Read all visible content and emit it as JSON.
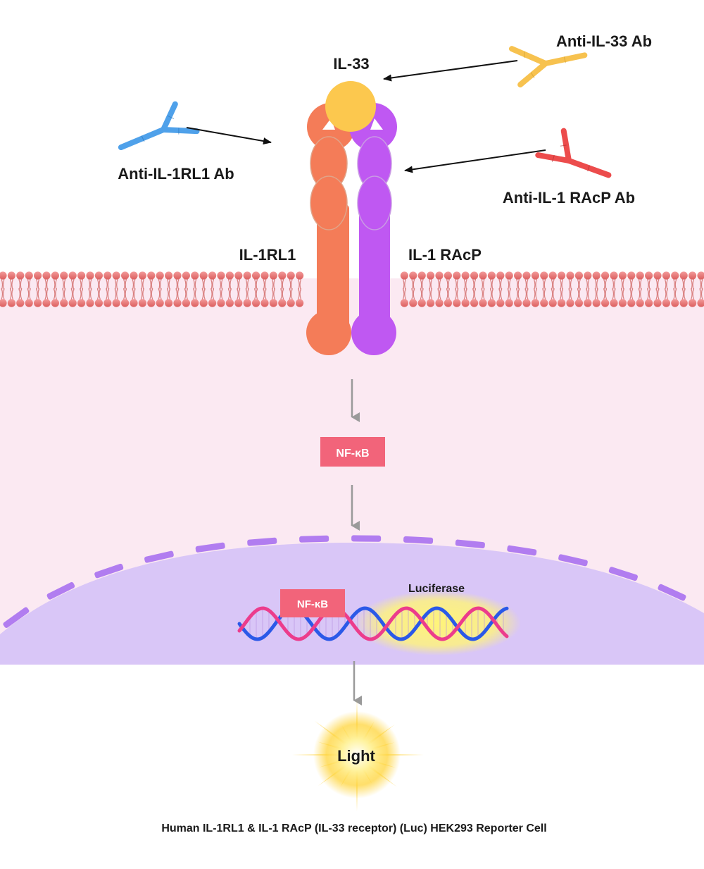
{
  "labels": {
    "il33": "IL-33",
    "anti_il33_ab": "Anti-IL-33 Ab",
    "anti_il1rl1_ab": "Anti-IL-1RL1 Ab",
    "anti_il1racp_ab": "Anti-IL-1 RAcP Ab",
    "il1rl1": "IL-1RL1",
    "il1racp": "IL-1 RAcP",
    "nfkb_cytoplasm": "NF-κB",
    "nfkb_nucleus": "NF-κB",
    "luciferase": "Luciferase",
    "light": "Light",
    "caption": "Human IL-1RL1 & IL-1 RAcP (IL-33 receptor) (Luc) HEK293 Reporter Cell"
  },
  "colors": {
    "il1rl1": "#f47c58",
    "il1racp": "#bf58f2",
    "il33": "#fcc84e",
    "anti_il33_ab": "#f7c24f",
    "anti_il1rl1_ab": "#4fa1ea",
    "anti_il1racp_ab": "#ec4c4c",
    "membrane_head": "#e77474",
    "cytoplasm": "#fbe9f2",
    "nucleus": "#d9c6f7",
    "nfkb_box": "#f2647a"
  },
  "icons": {
    "antibody": "y-shaped-antibody-icon",
    "light": "starburst-glow-icon",
    "dna": "double-helix-icon"
  }
}
